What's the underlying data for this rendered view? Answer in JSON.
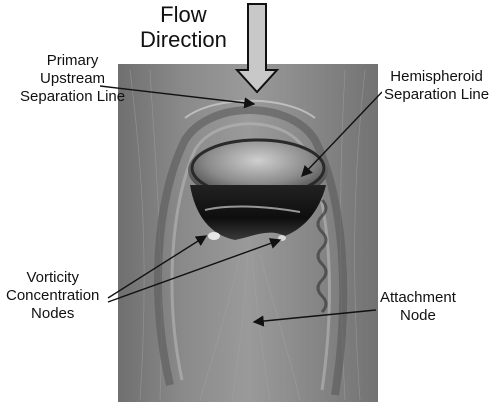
{
  "labels": {
    "flow_direction": [
      "Flow",
      "Direction"
    ],
    "primary_upstream": [
      "Primary",
      "Upstream",
      "Separation Line"
    ],
    "hemispheroid": [
      "Hemispheroid",
      "Separation Line"
    ],
    "vorticity": [
      "Vorticity",
      "Concentration",
      "Nodes"
    ],
    "attachment": [
      "Attachment",
      "Node"
    ]
  },
  "colors": {
    "photo_background": "#7d7d7d",
    "text": "#111111",
    "arrow_fill": "#c8c8c8"
  }
}
